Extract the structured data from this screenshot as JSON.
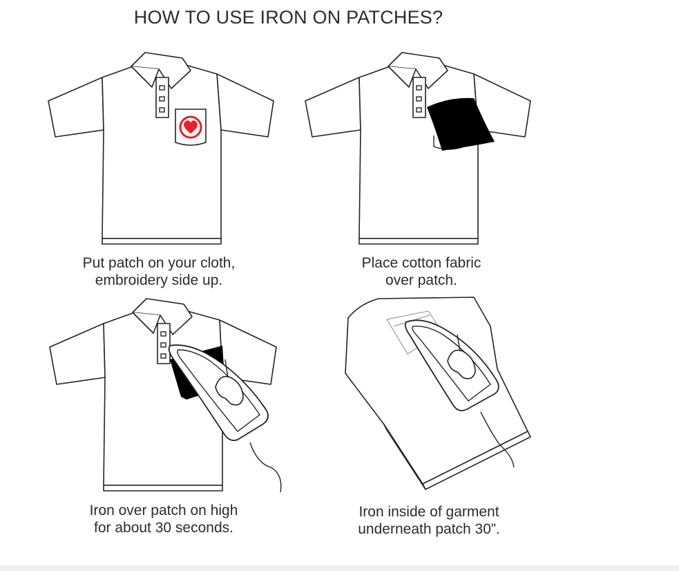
{
  "title": "HOW TO USE IRON ON PATCHES?",
  "steps": [
    {
      "line1": "Put patch on your cloth,",
      "line2": "embroidery side up."
    },
    {
      "line1": "Place cotton fabric",
      "line2": "over patch."
    },
    {
      "line1": "Iron over patch on high",
      "line2": "for about 30 seconds."
    },
    {
      "line1": "Iron inside of garment",
      "line2": "underneath patch 30”."
    }
  ],
  "colors": {
    "outline": "#222222",
    "patch_heart": "#e8202a",
    "cotton_fabric": "#000000"
  }
}
